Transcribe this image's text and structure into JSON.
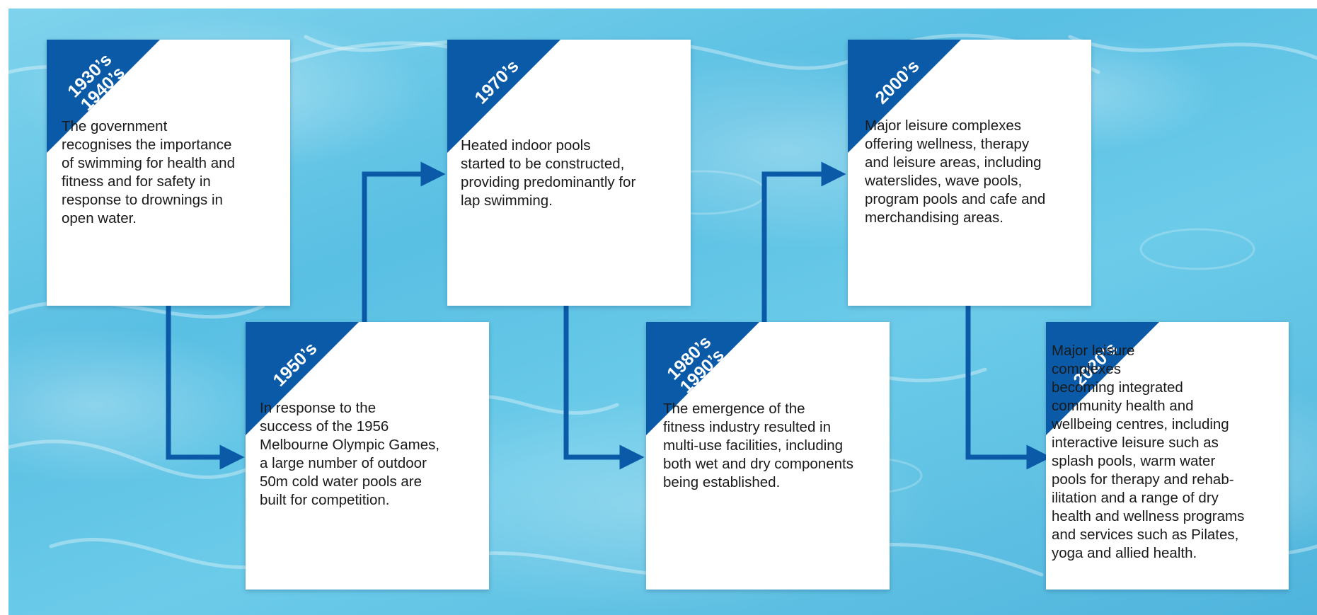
{
  "colors": {
    "accent": "#0a5aa8",
    "card": "#ffffff",
    "water": "#5cc1e5"
  },
  "cards": [
    {
      "era_lines": [
        "1930’s",
        "1940’s"
      ],
      "text": "   The government\n   recognises the importance\nof swimming for health and\nfitness and for safety in\nresponse to drownings in\nopen water."
    },
    {
      "era_lines": [
        "1950’s"
      ],
      "text": "   In response to the\n   success of the 1956\nMelbourne Olympic Games,\na large number of outdoor\n50m cold water pools are\nbuilt for competition."
    },
    {
      "era_lines": [
        "1970’s"
      ],
      "text": "   Heated indoor pools\n   started to be constructed,\nproviding predominantly for\nlap swimming."
    },
    {
      "era_lines": [
        "1980’s",
        "1990’s"
      ],
      "text": "   The emergence of the\n   fitness industry resulted in\nmulti-use facilities, including\nboth wet and dry components\nbeing established."
    },
    {
      "era_lines": [
        "2000’s"
      ],
      "text": "   Major leisure complexes\n   offering wellness, therapy\nand leisure areas, including\nwaterslides, wave pools,\nprogram pools and cafe and\nmerchandising areas."
    },
    {
      "era_lines": [
        "2020’s"
      ],
      "text": "      Major leisure\n      complexes\n      becoming integrated\n   community health and\n   wellbeing centres, including\ninteractive leisure such as\nsplash pools, warm water\npools for therapy and rehab-\nilitation and a range of dry\nhealth and wellness programs\nand services such as Pilates,\nyoga and allied health."
    }
  ]
}
